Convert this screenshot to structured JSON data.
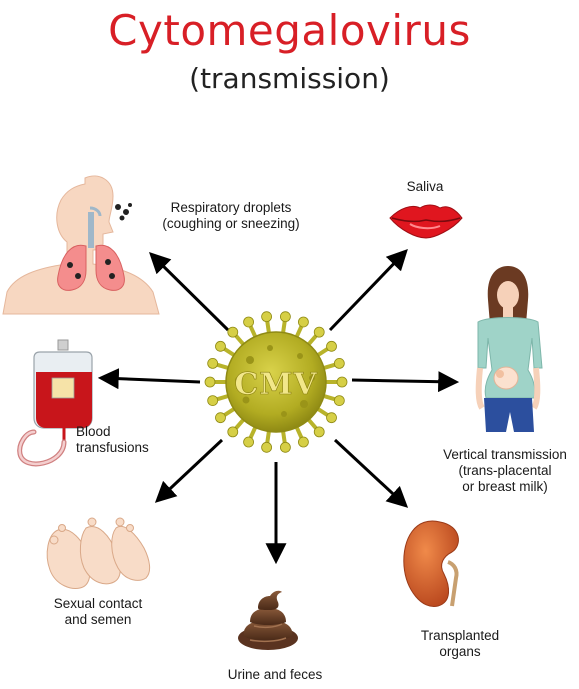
{
  "title": "Cytomegalovirus",
  "subtitle": "(transmission)",
  "center_label": "CMV",
  "routes": {
    "respiratory": {
      "line1": "Respiratory droplets",
      "line2": "(coughing or sneezing)",
      "icon": "lungs-icon"
    },
    "saliva": {
      "line1": "Saliva",
      "icon": "lips-icon"
    },
    "blood": {
      "line1": "Blood",
      "line2": "transfusions",
      "icon": "blood-bag-icon"
    },
    "vertical": {
      "line1": "Vertical transmission",
      "line2": "(trans-placental",
      "line3": "or breast milk)",
      "icon": "pregnant-woman-icon"
    },
    "sexual": {
      "line1": "Sexual contact",
      "line2": "and semen",
      "icon": "feet-icon"
    },
    "organs": {
      "line1": "Transplanted",
      "line2": "organs",
      "icon": "kidney-icon"
    },
    "urine": {
      "line1": "Urine and feces",
      "icon": "feces-icon"
    }
  },
  "colors": {
    "title": "#d81f26",
    "virus": "#b8b32a",
    "arrow": "#000000"
  }
}
